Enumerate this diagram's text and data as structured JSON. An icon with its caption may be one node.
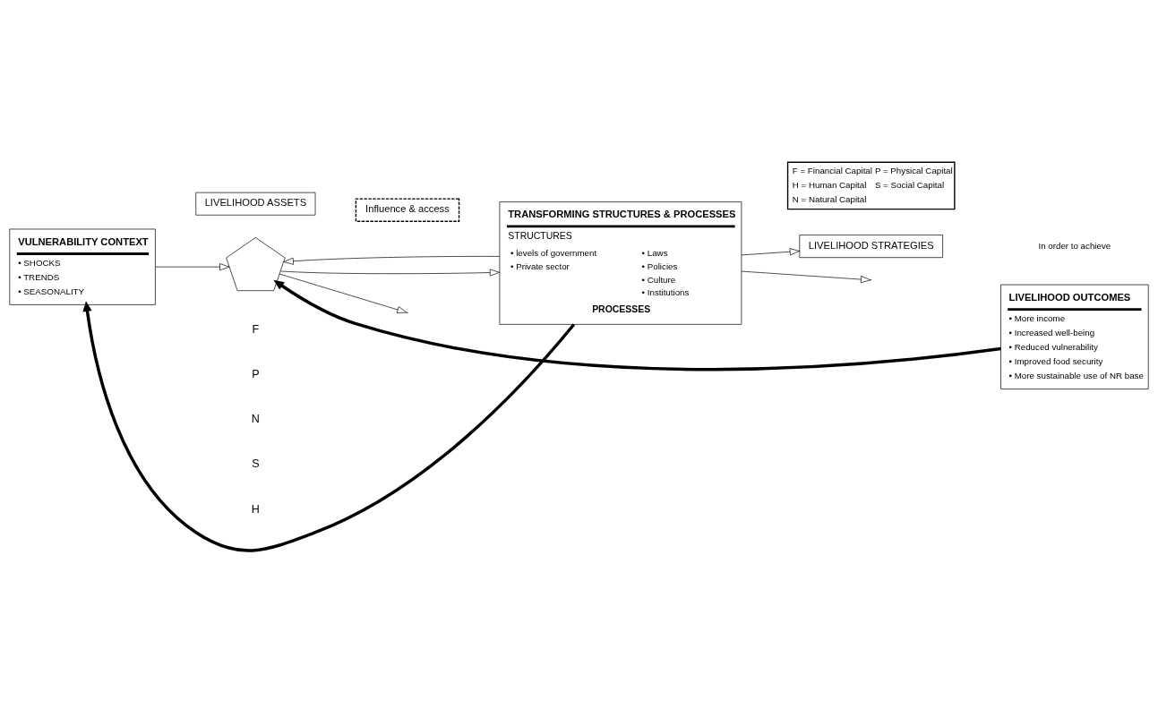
{
  "diagram": {
    "nodes": [
      {
        "text": [
          "VULNERABILITY CONTEXT",
          "• SHOCKS",
          "• TRENDS",
          "• SEASONALITY"
        ]
      },
      {
        "text": [
          "LIVELIHOOD ASSETS"
        ]
      },
      {
        "text": [],
        "shape": "pentagon"
      },
      {
        "text": [
          "Influence & access"
        ]
      },
      {
        "text": [
          "TRANSFORMING STRUCTURES & PROCESSES",
          "STRUCTURES",
          "• levels of government",
          "• Private sector",
          "• Laws",
          "• Policies",
          "• Culture",
          "• Institutions",
          "PROCESSES"
        ]
      },
      {
        "text": [
          "LIVELIHOOD STRATEGIES"
        ]
      },
      {
        "text": [
          "LIVELIHOOD OUTCOMES",
          "• More income",
          "• Increased well-being",
          "• Reduced vulnerability",
          "• Improved food security",
          "• More sustainable use of NR base"
        ]
      }
    ],
    "edges": [
      {
        "from": 4,
        "to": 0,
        "arrow": "to",
        "style": "thick"
      },
      {
        "from": 0,
        "to": 2,
        "arrow": "to"
      },
      {
        "from": 2,
        "to": null,
        "arrow": "to"
      },
      {
        "from": 2,
        "to": 4,
        "arrow": "to"
      },
      {
        "from": 4,
        "to": 2,
        "arrow": "to"
      },
      {
        "from": 4,
        "to": null,
        "arrow": "to"
      },
      {
        "from": 4,
        "to": 5,
        "arrow": "to"
      },
      {
        "from": 6,
        "to": 2,
        "arrow": "to",
        "style": "thick"
      }
    ],
    "labels": [
      "F = Financial Capital",
      "P = Physical Capital",
      "H = Human Capital",
      "S = Social Capital",
      "N = Natural Capital",
      "H",
      "S",
      "N",
      "P",
      "F",
      "In order to achieve"
    ]
  }
}
